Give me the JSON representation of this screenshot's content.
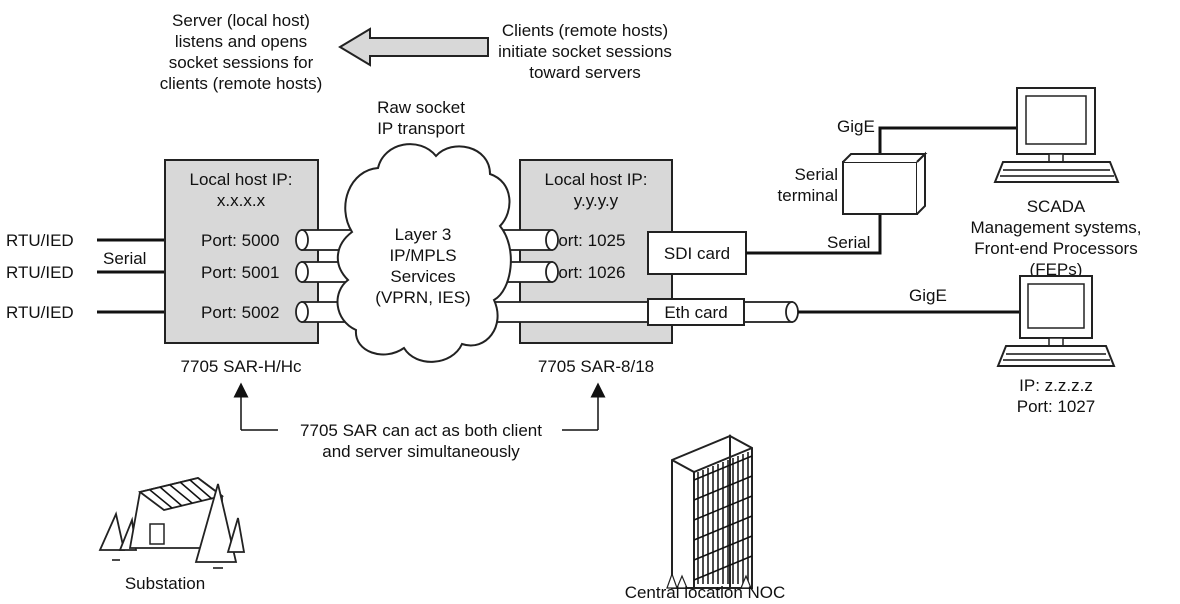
{
  "labels": {
    "server_note": [
      "Server (local host)",
      "listens and opens",
      "socket sessions for",
      "clients (remote hosts)"
    ],
    "client_note": [
      "Clients (remote hosts)",
      "initiate socket sessions",
      "toward servers"
    ],
    "raw_socket": [
      "Raw socket",
      "IP transport"
    ],
    "cloud": [
      "Layer 3",
      "IP/MPLS",
      "Services",
      "(VPRN, IES)"
    ],
    "left_box": [
      "Local host IP:",
      "x.x.x.x"
    ],
    "right_box": [
      "Local host IP:",
      "y.y.y.y"
    ],
    "left_ports": [
      "Port: 5000",
      "Port: 5001",
      "Port: 5002"
    ],
    "right_ports": [
      "Port: 1025",
      "Port: 1026"
    ],
    "rtu": [
      "RTU/IED",
      "RTU/IED",
      "RTU/IED"
    ],
    "serial_left": "Serial",
    "sdi_card": "SDI card",
    "eth_card": "Eth card",
    "left_model": "7705 SAR-H/Hc",
    "right_model": "7705 SAR-8/18",
    "gige_top": "GigE",
    "serial_terminal": [
      "Serial",
      "terminal"
    ],
    "serial_right": "Serial",
    "gige_bottom": "GigE",
    "scada": [
      "SCADA",
      "Management systems,",
      "Front-end Processors",
      "(FEPs)"
    ],
    "pc_ip": [
      "IP: z.z.z.z",
      "Port: 1027"
    ],
    "both_note": [
      "7705 SAR can act as both client",
      "and server simultaneously"
    ],
    "substation": "Substation",
    "noc": "Central location NOC"
  },
  "colors": {
    "box_fill": "#d8d8d8",
    "line": "#111111"
  }
}
